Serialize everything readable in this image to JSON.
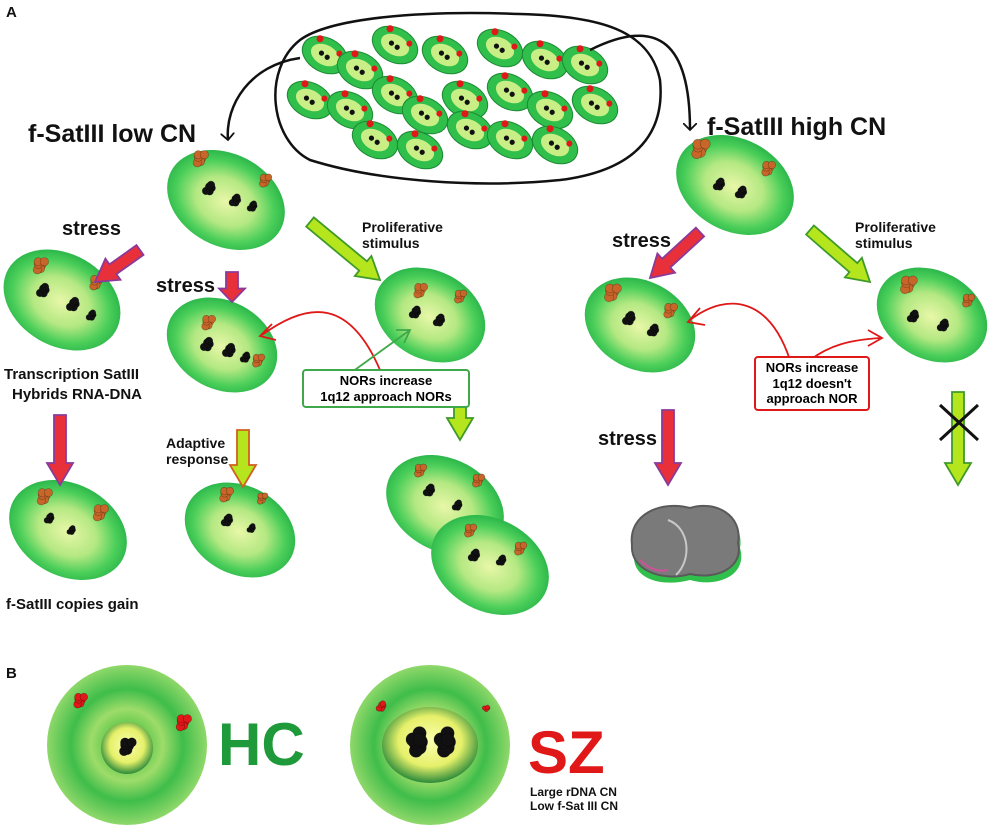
{
  "panels": {
    "a": "A",
    "b": "B"
  },
  "titles": {
    "low": "f-SatIII low CN",
    "high": "f-SatIII high CN"
  },
  "labels": {
    "stress": "stress",
    "proliferative": [
      "Proliferative",
      "stimulus"
    ],
    "transcription": "Transcription SatIII",
    "hybrids": "Hybrids RNA-DNA",
    "adaptive": [
      "Adaptive",
      "response"
    ],
    "copies_gain": "f-SatIII copies gain"
  },
  "boxes": {
    "green": [
      "NORs increase",
      "1q12 approach  NORs"
    ],
    "red": [
      "NORs increase",
      "1q12 doesn't",
      "approach NOR"
    ]
  },
  "panel_b": {
    "hc": "HC",
    "sz": "SZ",
    "note": [
      "Large  rDNA CN",
      "Low f-Sat III CN"
    ]
  },
  "colors": {
    "cell_outer": "#2fbf4a",
    "cell_inner": "#c8ef8a",
    "chromatin": "#111111",
    "nor_orange": "#c8662a",
    "nor_red": "#e01818",
    "arrow_red": "#e8303a",
    "arrow_purple": "#8a3a9a",
    "arrow_lime": "#b5e61d",
    "arrow_green_border": "#3f9a2a",
    "hc_text": "#1e9a3a",
    "sz_text": "#e01818"
  }
}
